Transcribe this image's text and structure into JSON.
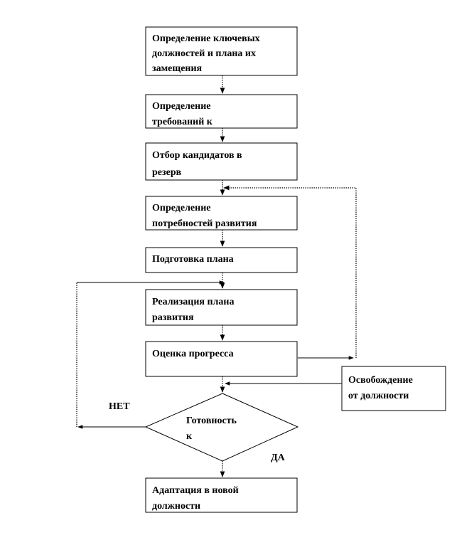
{
  "flowchart": {
    "steps": [
      {
        "lines": [
          "Определение ключевых",
          "должностей и плана их",
          "замещения"
        ]
      },
      {
        "lines": [
          "Определение",
          "требований к"
        ]
      },
      {
        "lines": [
          "Отбор кандидатов в",
          "резерв"
        ]
      },
      {
        "lines": [
          "Определение",
          "потребностей развития"
        ]
      },
      {
        "lines": [
          "Подготовка плана"
        ]
      },
      {
        "lines": [
          "Реализация плана",
          "развития"
        ]
      },
      {
        "lines": [
          "Оценка прогресса"
        ]
      }
    ],
    "release": {
      "lines": [
        "Освобождение",
        "от должности"
      ]
    },
    "decision": {
      "lines": [
        "Готовность",
        "к"
      ]
    },
    "no_label": "НЕТ",
    "yes_label": "ДА",
    "final": {
      "lines": [
        "Адаптация в новой",
        "должности"
      ]
    }
  }
}
